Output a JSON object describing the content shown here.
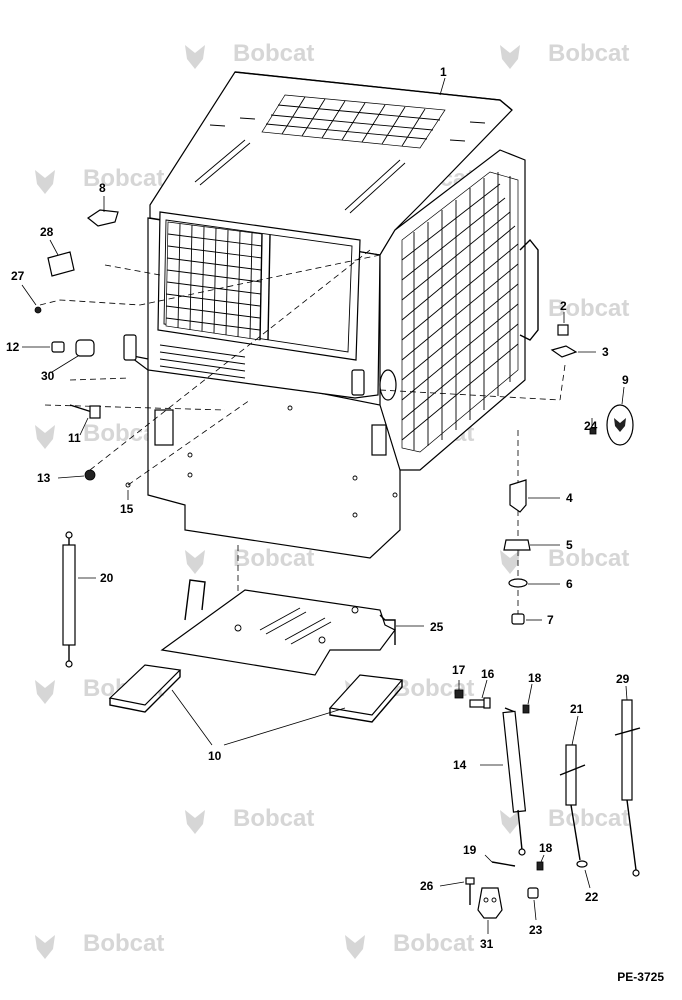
{
  "watermark": {
    "text": "Bobcat",
    "color": "#d6d6d6"
  },
  "document_id": "PE-3725",
  "callouts": [
    "1",
    "2",
    "3",
    "4",
    "5",
    "6",
    "7",
    "8",
    "9",
    "10",
    "11",
    "12",
    "13",
    "14",
    "15",
    "16",
    "17",
    "18",
    "18",
    "19",
    "20",
    "21",
    "22",
    "23",
    "24",
    "25",
    "26",
    "27",
    "28",
    "29",
    "30",
    "31"
  ],
  "icons": [
    "bobcat-logo-icon"
  ]
}
